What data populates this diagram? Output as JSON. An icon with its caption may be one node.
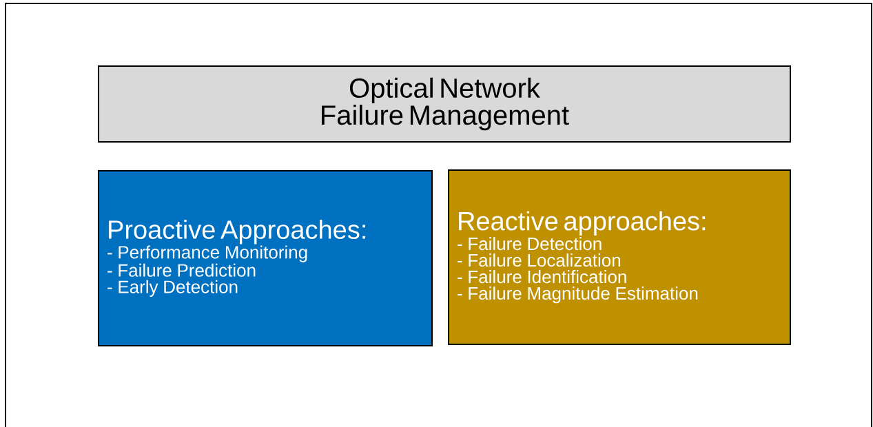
{
  "diagram": {
    "nodes": [
      {
        "text": [
          "Optical Network Failure Management"
        ]
      },
      {
        "text": [
          "Proactive Approaches:",
          "- Performance Monitoring",
          "- Failure Prediction",
          "- Early Detection"
        ]
      },
      {
        "text": [
          "Reactive approaches:",
          "- Failure Detection",
          "- Failure Localization",
          "- Failure Identification",
          "- Failure Magnitude Estimation"
        ]
      }
    ]
  }
}
